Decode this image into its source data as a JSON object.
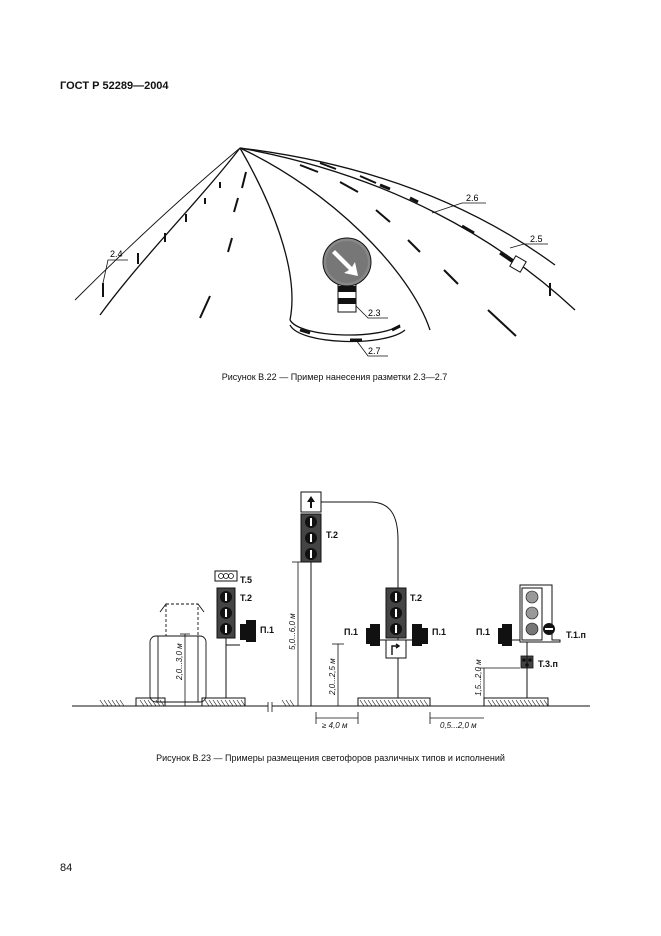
{
  "header": {
    "standard": "ГОСТ Р 52289—2004"
  },
  "figure_b22": {
    "caption": "Рисунок В.22 — Пример нанесения разметки 2.3—2.7",
    "labels": {
      "m24": "2.4",
      "m26": "2.6",
      "m25": "2.5",
      "m23": "2.3",
      "m27": "2.7"
    }
  },
  "figure_b23": {
    "caption": "Рисунок В.23 — Примеры размещения светофоров различных типов и исполнений",
    "labels": {
      "t5": "Т.5",
      "t2_left": "Т.2",
      "p1_left": "П.1",
      "t2_top": "Т.2",
      "t2_mid": "Т.2",
      "p1_mid_left": "П.1",
      "p1_mid_right": "П.1",
      "p1_right": "П.1",
      "t1p": "Т.1.п",
      "t3p": "Т.3.п"
    },
    "dimensions": {
      "d1": "2,0...3,0 м",
      "d2": "5,0...6,0 м",
      "d3": "2,0...2,5 м",
      "d4": "1,5...2,0 м",
      "d5": "≥ 4,0 м",
      "d6": "0,5...2,0 м"
    }
  },
  "footer": {
    "page_number": "84"
  }
}
